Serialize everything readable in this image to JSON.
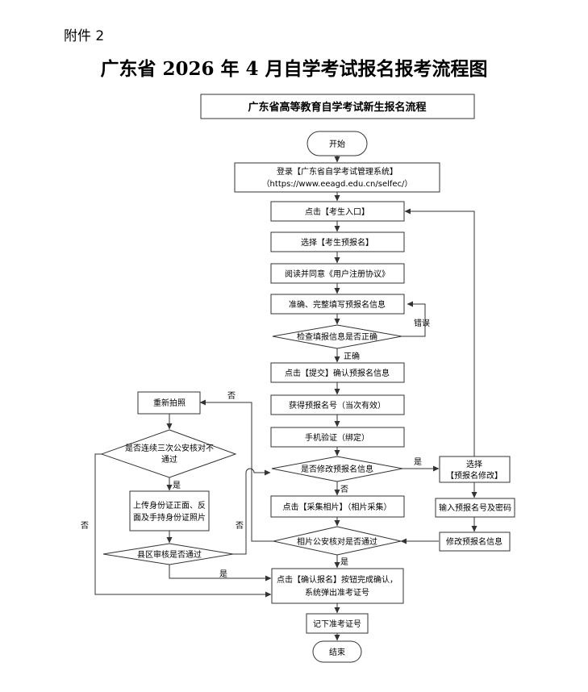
{
  "header": {
    "annex": "附件 2",
    "title": "广东省 2026 年 4 月自学考试报名报考流程图"
  },
  "flow": {
    "header_box": "广东省高等教育自学考试新生报名流程",
    "start": "开始",
    "login_line1": "登录【广东省自学考试管理系统】",
    "login_line2": "（https://www.eeagd.edu.cn/selfec/）",
    "click_entry": "点击【考生入口】",
    "select_prereg": "选择【考生预报名】",
    "read_agree": "阅读并同意《用户注册协议》",
    "fill_info": "准确、完整填写预报名信息",
    "check_info": "检查填报信息是否正确",
    "submit": "点击【提交】确认预报名信息",
    "get_number": "获得预报名号（当次有效）",
    "phone_verify": "手机验证（绑定）",
    "modify_q": "是否修改预报名信息",
    "photo": "点击【采集相片】（相片采集）",
    "police_check": "相片公安核对是否通过",
    "confirm_line1": "点击【确认报名】按钮完成确认，",
    "confirm_line2": "系统弹出准考证号",
    "record": "记下准考证号",
    "end": "结束",
    "select_modify_line1": "选择",
    "select_modify_line2": "【预报名修改】",
    "input_pw": "输入预报名号及密码",
    "modify_info": "修改预报名信息",
    "retake": "重新拍照",
    "three_fail_line1": "是否连续三次公安核对不",
    "three_fail_line2": "通过",
    "upload_line1": "上传身份证正面、反",
    "upload_line2": "面及手持身份证照片",
    "county_review": "县区审核是否通过"
  },
  "edges": {
    "error": "错误",
    "correct": "正确",
    "yes": "是",
    "no": "否"
  }
}
